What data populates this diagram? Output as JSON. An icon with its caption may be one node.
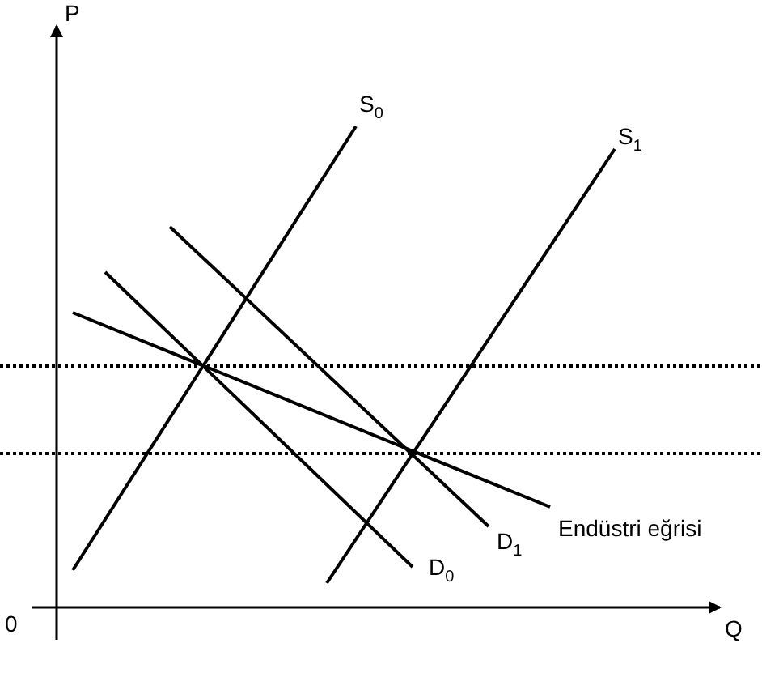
{
  "diagram": {
    "labels": [
      "P",
      "S$_{0}$",
      "S$_{1}$",
      "D$_{1}$",
      "Endüstri eğrisi",
      "D$_{0}$",
      "0",
      "Q"
    ]
  }
}
